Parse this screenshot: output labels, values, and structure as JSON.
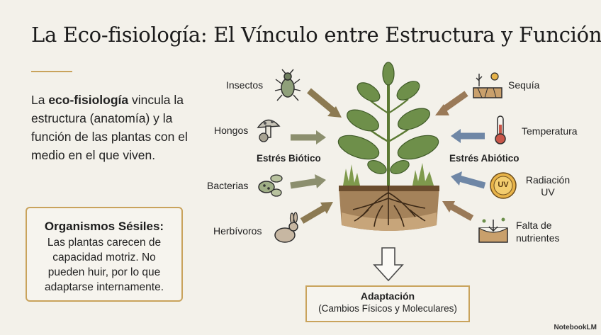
{
  "title": "La Eco-fisiología: El Vínculo entre Estructura y Función",
  "intro": {
    "prefix": "La ",
    "bold": "eco-fisiología",
    "rest": " vincula la estructura (anatomía) y la función de las plantas con el medio en el que viven."
  },
  "sessile": {
    "title": "Organismos Sésiles:",
    "body": "Las plantas carecen de capacidad motriz. No pueden huir, por lo que adaptarse internamente."
  },
  "biotic": {
    "heading": "Estrés Biótico",
    "items": [
      {
        "label": "Insectos",
        "icon": "beetle-icon"
      },
      {
        "label": "Hongos",
        "icon": "mushroom-icon"
      },
      {
        "label": "Bacterias",
        "icon": "bacteria-icon"
      },
      {
        "label": "Herbívoros",
        "icon": "rabbit-icon"
      }
    ]
  },
  "abiotic": {
    "heading": "Estrés Abiótico",
    "items": [
      {
        "label": "Sequía",
        "icon": "drought-icon"
      },
      {
        "label": "Temperatura",
        "icon": "thermometer-icon"
      },
      {
        "label": "Radiación UV",
        "icon": "uv-sun-icon",
        "badge": "UV"
      },
      {
        "label": "Falta de nutrientes",
        "icon": "nutrients-icon"
      }
    ]
  },
  "adaptation": {
    "title": "Adaptación",
    "subtitle": "(Cambios Físicos y Moleculares)"
  },
  "brand": "NotebookLM",
  "colors": {
    "background": "#f3f1ea",
    "accent": "#c9a35c",
    "biotic_arrow": "#a08a5e",
    "abiotic_arrow": "#6f87a6",
    "leaf": "#6e8f4a",
    "soil": "#8a6a45"
  }
}
